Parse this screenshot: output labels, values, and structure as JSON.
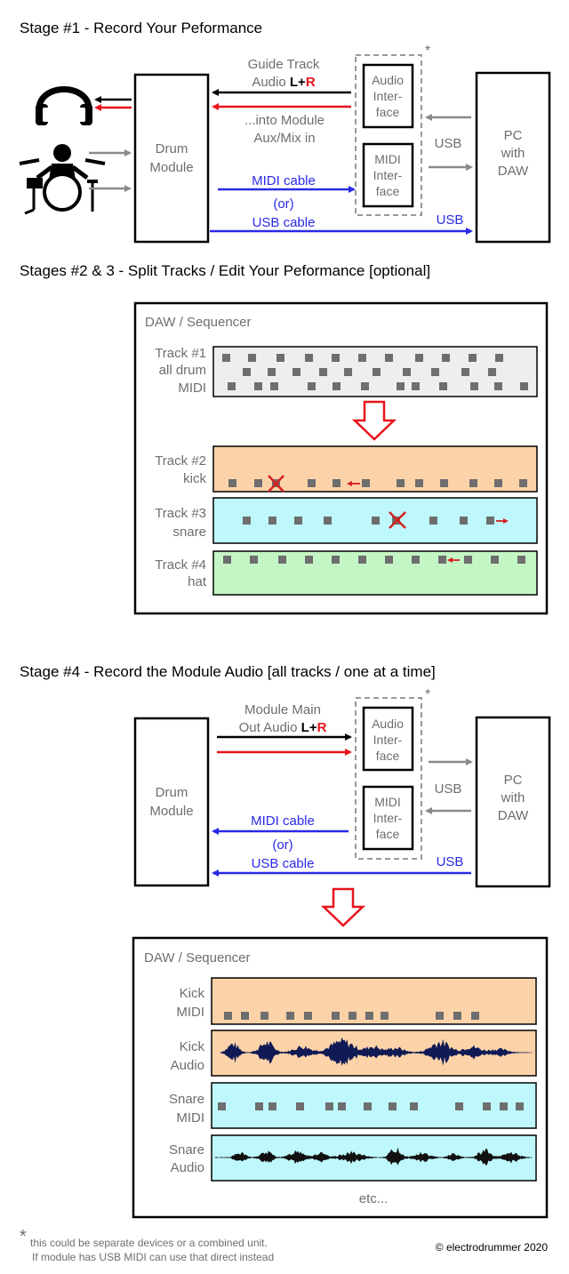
{
  "stage1": {
    "title": "Stage #1 - Record Your Peformance",
    "drum_module": [
      "Drum",
      "Module"
    ],
    "guide_track": [
      "Guide Track",
      "Audio "
    ],
    "lr_l": "L",
    "lr_plus": "+",
    "lr_r": "R",
    "into_module": [
      "...into Module",
      "Aux/Mix in"
    ],
    "audio_interface": [
      "Audio",
      "Inter-",
      "face"
    ],
    "midi_interface": [
      "MIDI",
      "Inter-",
      "face"
    ],
    "pc_daw": [
      "PC",
      "with",
      "DAW"
    ],
    "usb_label": "USB",
    "midi_cable": "MIDI cable",
    "or": "(or)",
    "usb_cable": "USB cable",
    "usb_right": "USB",
    "asterisk": "*"
  },
  "stage23": {
    "title": "Stages #2 & 3 - Split Tracks / Edit Your Peformance [optional]",
    "daw_label": "DAW / Sequencer",
    "track1": [
      "Track #1",
      "all drum",
      "MIDI"
    ],
    "track2": [
      "Track #2",
      "kick"
    ],
    "track3": [
      "Track #3",
      "snare"
    ],
    "track4": [
      "Track #4",
      "hat"
    ]
  },
  "stage4": {
    "title": "Stage #4 - Record the Module Audio [all tracks / one at a time]",
    "module_main": [
      "Module Main",
      "Out Audio "
    ],
    "lr_l": "L",
    "lr_plus": "+",
    "lr_r": "R",
    "drum_module": [
      "Drum",
      "Module"
    ],
    "audio_interface": [
      "Audio",
      "Inter-",
      "face"
    ],
    "midi_interface": [
      "MIDI",
      "Inter-",
      "face"
    ],
    "pc_daw": [
      "PC",
      "with",
      "DAW"
    ],
    "usb_label": "USB",
    "midi_cable": "MIDI cable",
    "or": "(or)",
    "usb_cable": "USB cable",
    "usb_right": "USB",
    "asterisk": "*",
    "daw_label": "DAW / Sequencer",
    "kick_midi": [
      "Kick",
      "MIDI"
    ],
    "kick_audio": [
      "Kick",
      "Audio"
    ],
    "snare_midi": [
      "Snare",
      "MIDI"
    ],
    "snare_audio": [
      "Snare",
      "Audio"
    ],
    "etc": "etc..."
  },
  "footer": {
    "asterisk": "*",
    "note_line1": "this could be separate devices or a combined unit.",
    "note_line2": "If module has USB MIDI can use that direct instead",
    "copyright": "© electrodrummer 2020"
  },
  "colors": {
    "black": "#000000",
    "red": "#e8141c",
    "blue": "#2a2ae6",
    "gray_text": "#6e6e6e",
    "gray_arrow": "#8a8a8a",
    "midi_block": "#6e6e6e",
    "track1_fill": "#eeeeee",
    "kick_fill": "#fcd3a8",
    "snare_fill": "#bff8fc",
    "hat_fill": "#c4f5c4",
    "waveform": "#101a55",
    "marker_red": "#d42020"
  },
  "icons": [
    "headphones-icon",
    "drummer-icon",
    "down-arrow-icon",
    "x-mark-icon",
    "waveform-icon"
  ]
}
